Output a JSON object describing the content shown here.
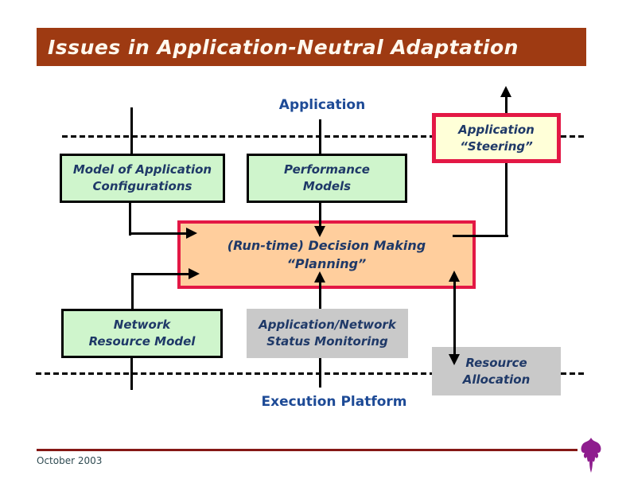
{
  "slide": {
    "title": "Issues in Application-Neutral Adaptation",
    "footer": "October 2003"
  },
  "labels": {
    "application": "Application",
    "execution_platform": "Execution Platform"
  },
  "boxes": {
    "steering": {
      "lines": [
        "Application",
        "“Steering”"
      ]
    },
    "model": {
      "lines": [
        "Model of Application",
        "Configurations"
      ]
    },
    "performance": {
      "lines": [
        "Performance",
        "Models"
      ]
    },
    "decision": {
      "lines": [
        "(Run-time) Decision Making",
        "“Planning”"
      ]
    },
    "network": {
      "lines": [
        "Network",
        "Resource Model"
      ]
    },
    "status": {
      "lines": [
        "Application/Network",
        "Status Monitoring"
      ]
    },
    "resource": {
      "lines": [
        "Resource",
        "Allocation"
      ]
    }
  },
  "colors": {
    "title_bar": "#9e3a12",
    "title_text": "#fff8ee",
    "label_blue": "#1d4a96",
    "box_text_navy": "#1f3968",
    "green_box_fill": "#cff5cc",
    "cream_box_fill": "#ffffd8",
    "orange_box_fill": "#ffce9d",
    "red_border": "#e31845",
    "gray_box_fill": "#c9c9c9",
    "footer_line": "#851815",
    "footer_text": "#2f4b52",
    "logo_purple": "#8e1d8e",
    "connector_black": "#000000"
  },
  "icons": {
    "logo": "purple-flame-logo"
  }
}
